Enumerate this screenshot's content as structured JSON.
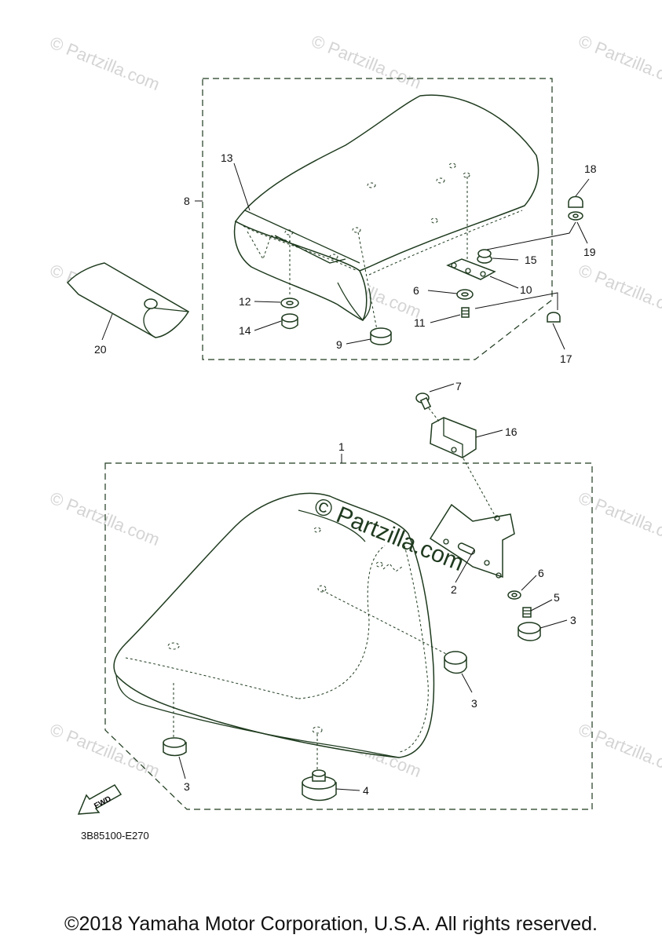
{
  "watermark": {
    "text": "© Partzilla.com",
    "main_text": "© Partzilla.com"
  },
  "diagram_code": "3B85100-E270",
  "fwd_label": "FWD",
  "copyright": "©2018 Yamaha Motor Corporation, U.S.A. All rights reserved.",
  "callouts": {
    "c1": "1",
    "c2": "2",
    "c3a": "3",
    "c3b": "3",
    "c3c": "3",
    "c4": "4",
    "c5": "5",
    "c6a": "6",
    "c6b": "6",
    "c7": "7",
    "c8": "8",
    "c9": "9",
    "c10": "10",
    "c11": "11",
    "c12": "12",
    "c13": "13",
    "c14": "14",
    "c15": "15",
    "c16": "16",
    "c17": "17",
    "c18": "18",
    "c19": "19",
    "c20": "20"
  },
  "colors": {
    "line": "#1e3a1e",
    "watermark": "#d4d4d4"
  }
}
